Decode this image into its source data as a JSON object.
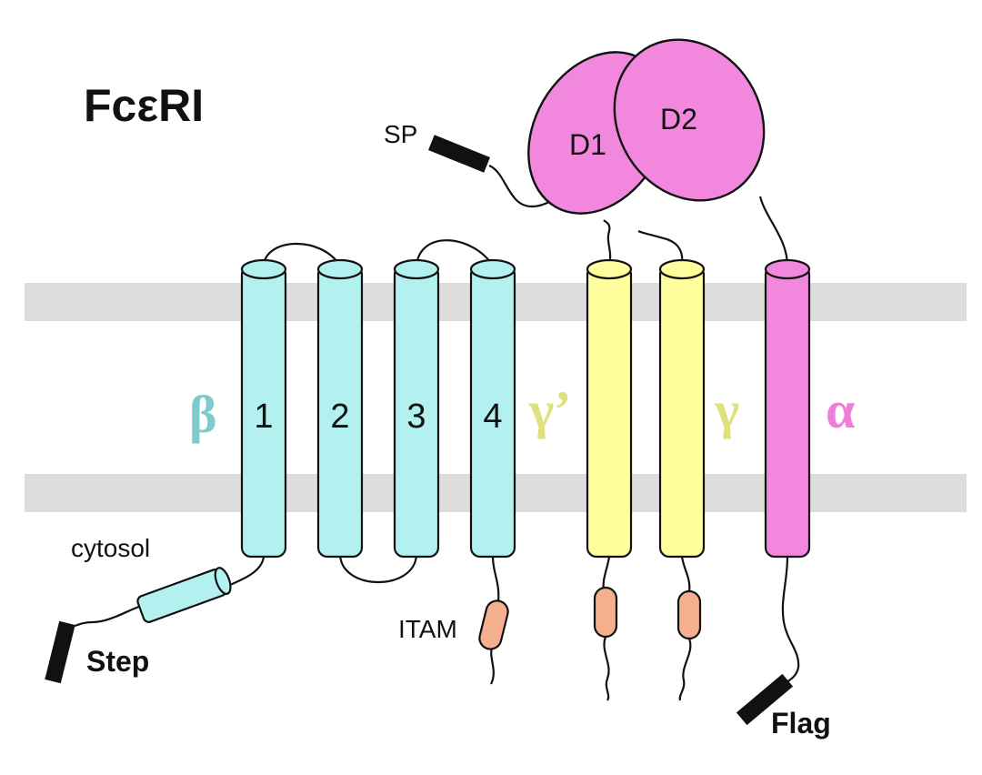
{
  "title": "FcεRI",
  "labels": {
    "sp": "SP",
    "d1": "D1",
    "d2": "D2",
    "cytosol": "cytosol",
    "itam": "ITAM",
    "step": "Step",
    "flag": "Flag"
  },
  "subunits": {
    "beta": "β",
    "gamma_prime": "γ’",
    "gamma": "γ",
    "alpha": "α"
  },
  "helices": [
    "1",
    "2",
    "3",
    "4"
  ],
  "colors": {
    "beta": "#b3f0f0",
    "beta_label": "#7fcaca",
    "gamma": "#ffff9e",
    "gamma_label": "#e1e07e",
    "alpha": "#f288dd",
    "alpha_label": "#f07ed8",
    "itam": "#f4b08f",
    "membrane": "#dcdcdc",
    "tag": "#111111"
  }
}
